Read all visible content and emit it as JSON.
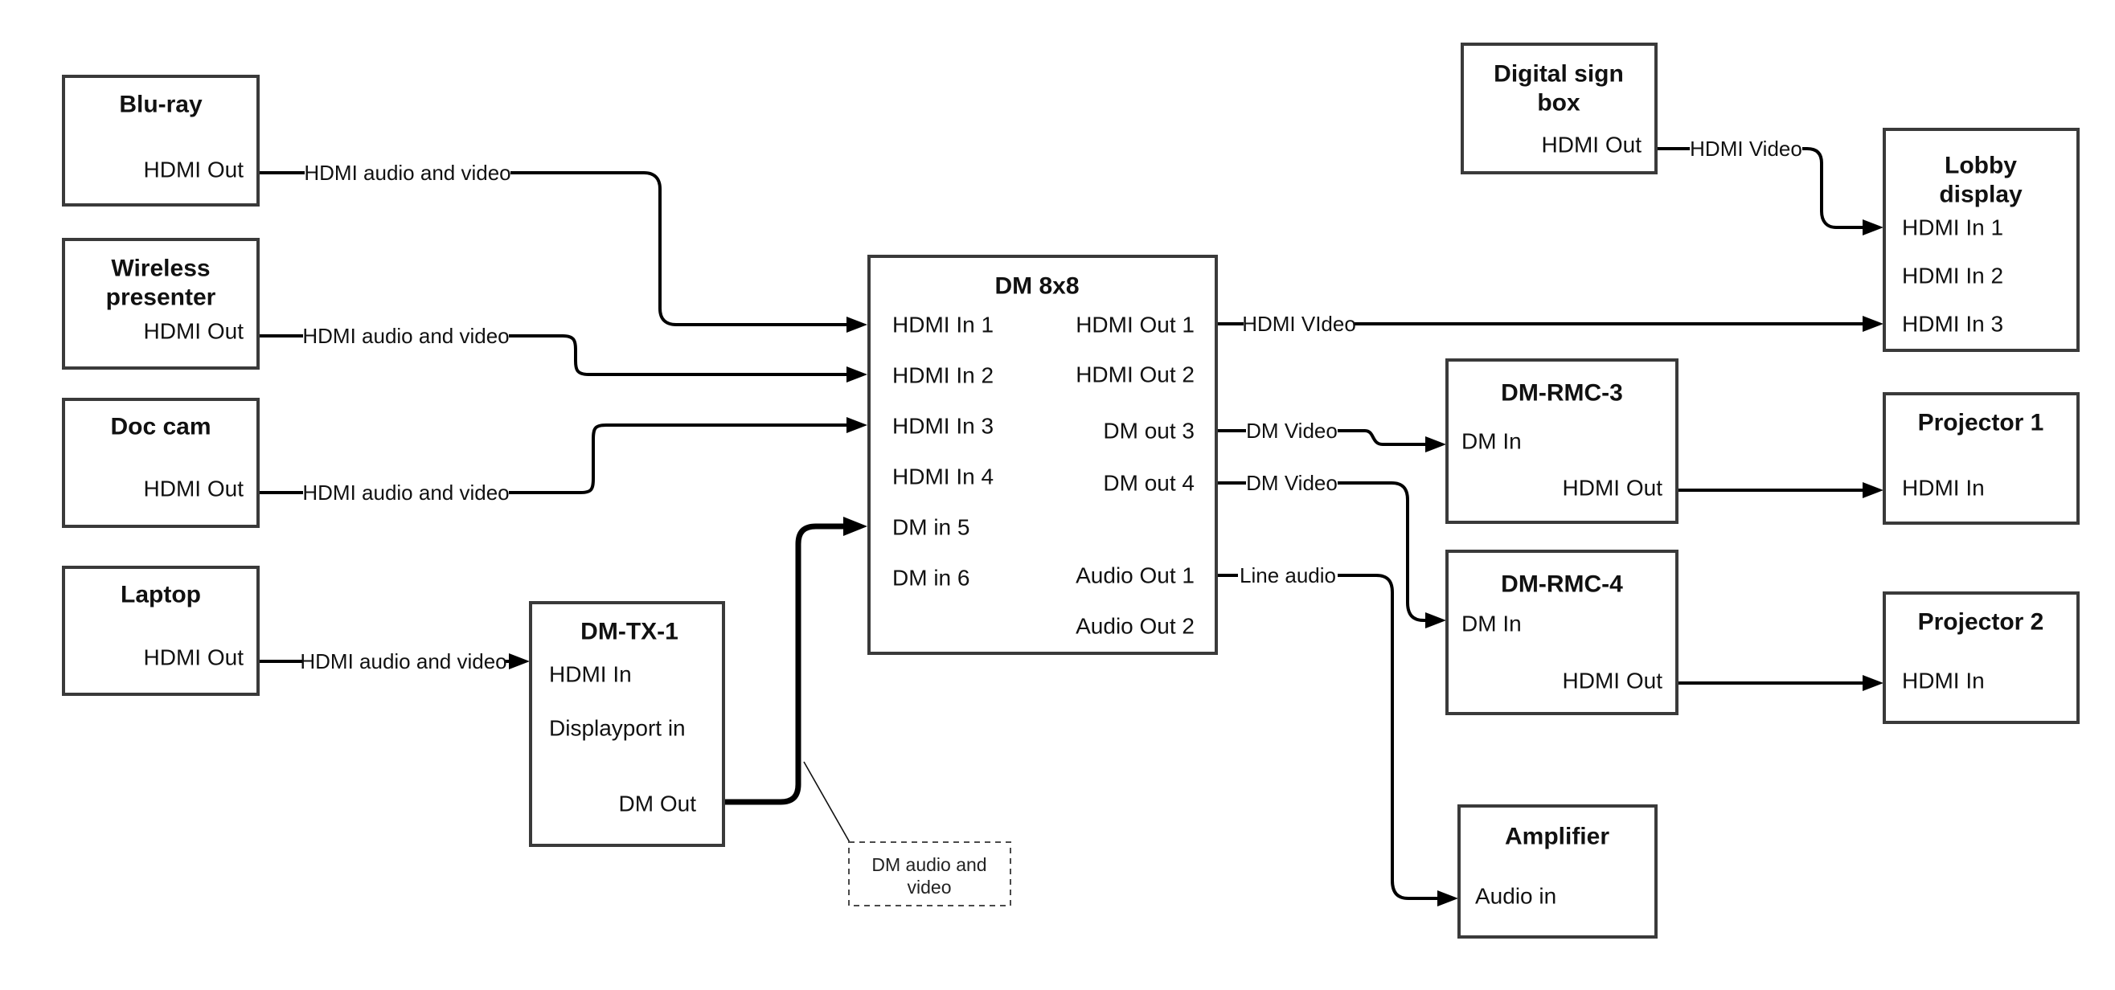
{
  "diagram": {
    "nodes": {
      "bluray": {
        "title": "Blu-ray",
        "port_out": "HDMI Out"
      },
      "wireless": {
        "title1": "Wireless",
        "title2": "presenter",
        "port_out": "HDMI Out"
      },
      "doccam": {
        "title": "Doc cam",
        "port_out": "HDMI Out"
      },
      "laptop": {
        "title": "Laptop",
        "port_out": "HDMI Out"
      },
      "dmtx1": {
        "title": "DM-TX-1",
        "port_hdmi_in": "HDMI In",
        "port_dp_in": "Displayport in",
        "port_dm_out": "DM Out"
      },
      "dm8x8": {
        "title": "DM 8x8",
        "in1": "HDMI In 1",
        "in2": "HDMI In 2",
        "in3": "HDMI In 3",
        "in4": "HDMI In 4",
        "in5": "DM in 5",
        "in6": "DM in 6",
        "out1": "HDMI Out 1",
        "out2": "HDMI Out 2",
        "out3": "DM out 3",
        "out4": "DM out 4",
        "aout1": "Audio Out 1",
        "aout2": "Audio Out 2"
      },
      "digitalsign": {
        "title1": "Digital sign",
        "title2": "box",
        "port_out": "HDMI Out"
      },
      "lobby": {
        "title1": "Lobby",
        "title2": "display",
        "in1": "HDMI In 1",
        "in2": "HDMI In 2",
        "in3": "HDMI In 3"
      },
      "dmrmc3": {
        "title": "DM-RMC-3",
        "port_in": "DM In",
        "port_out": "HDMI Out"
      },
      "proj1": {
        "title": "Projector 1",
        "port_in": "HDMI In"
      },
      "dmrmc4": {
        "title": "DM-RMC-4",
        "port_in": "DM In",
        "port_out": "HDMI Out"
      },
      "proj2": {
        "title": "Projector 2",
        "port_in": "HDMI In"
      },
      "amplifier": {
        "title": "Amplifier",
        "port_in": "Audio in"
      },
      "note": {
        "line1": "DM audio and",
        "line2": "video"
      }
    },
    "edge_labels": {
      "bluray_dm": "HDMI audio and video",
      "wireless_dm": "HDMI audio and video",
      "doccam_dm": "HDMI audio and video",
      "laptop_tx": "HDMI audio and video",
      "dm_lobby": "HDMI VIdeo",
      "dm_rmc3": "DM Video",
      "dm_rmc4": "DM Video",
      "dm_amp": "Line audio",
      "sign_lobby": "HDMI Video"
    },
    "colors": {
      "stroke": "#000000",
      "box_border": "#3a3a3a",
      "background": "#ffffff"
    }
  }
}
